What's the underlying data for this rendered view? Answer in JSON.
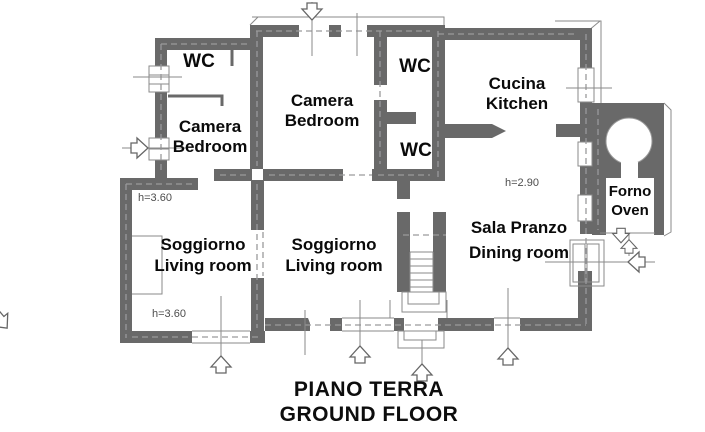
{
  "plan": {
    "colors": {
      "wall": "#696969",
      "dashed_centerline": "#9a9a9c",
      "thin_line": "#8a8a8a",
      "label_text": "#0a0a0a",
      "dimension_text": "#4d4d4d",
      "background": "#ffffff"
    },
    "rooms": {
      "wc_nw": {
        "label": "WC"
      },
      "camera_west": {
        "line1": "Camera",
        "line2": "Bedroom"
      },
      "camera_center": {
        "line1": "Camera",
        "line2": "Bedroom"
      },
      "wc_center_top": {
        "label": "WC"
      },
      "wc_center_mid": {
        "label": "WC"
      },
      "cucina": {
        "line1": "Cucina",
        "line2": "Kitchen"
      },
      "forno": {
        "line1": "Forno",
        "line2": "Oven"
      },
      "sala_pranzo": {
        "line1": "Sala Pranzo",
        "line2": "Dining room"
      },
      "soggiorno_west": {
        "line1": "Soggiorno",
        "line2": "Living room"
      },
      "soggiorno_center": {
        "line1": "Soggiorno",
        "line2": "Living room"
      }
    },
    "dimensions": {
      "west_wing_upper": "h=3.60",
      "west_wing_lower": "h=3.60",
      "kitchen": "h=2.90"
    },
    "title": {
      "line1": "PIANO TERRA",
      "line2": "GROUND FLOOR"
    }
  }
}
